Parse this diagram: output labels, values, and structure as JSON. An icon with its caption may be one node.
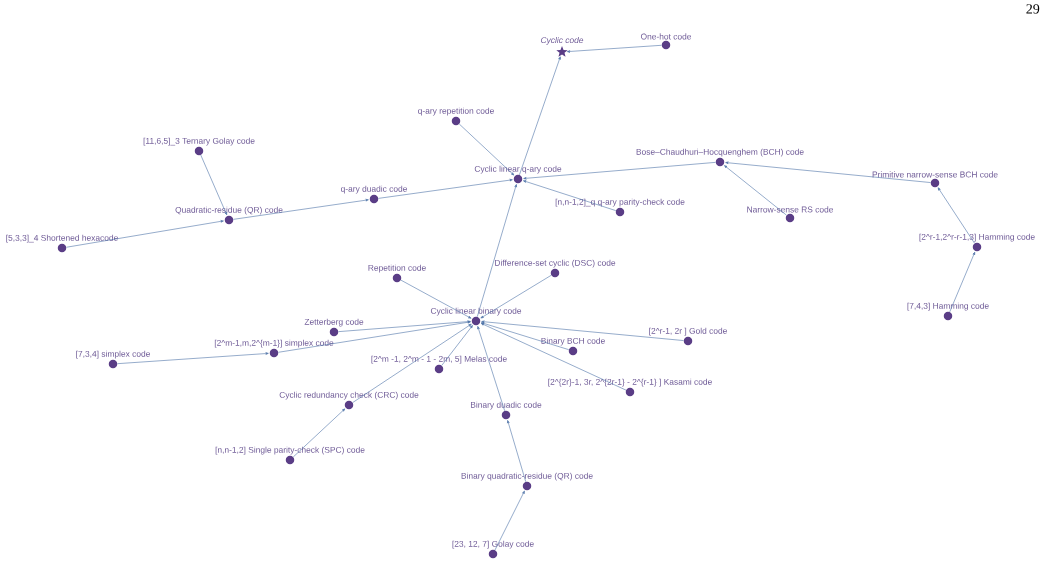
{
  "diagram": {
    "nodes": [
      {
        "text": [
          "Cyclic code"
        ]
      },
      {
        "text": [
          "One-hot code"
        ]
      },
      {
        "text": [
          "q-ary repetition code"
        ]
      },
      {
        "text": [
          "[11,6,5]_3 Ternary Golay code"
        ]
      },
      {
        "text": [
          "Cyclic linear q-ary code"
        ]
      },
      {
        "text": [
          "Bose–Chaudhuri–Hocquenghem (BCH) code"
        ]
      },
      {
        "text": [
          "q-ary duadic code"
        ]
      },
      {
        "text": [
          "Primitive narrow-sense BCH code"
        ]
      },
      {
        "text": [
          "Quadratic-residue (QR) code"
        ]
      },
      {
        "text": [
          "[n,n-1,2]_q q-ary parity-check code"
        ]
      },
      {
        "text": [
          "Narrow-sense RS code"
        ]
      },
      {
        "text": [
          "[5,3,3]_4 Shortened hexacode"
        ]
      },
      {
        "text": [
          "[2^r-1,2^r-r-1,3] Hamming code"
        ]
      },
      {
        "text": [
          "Difference-set cyclic (DSC) code"
        ]
      },
      {
        "text": [
          "Repetition code"
        ]
      },
      {
        "text": [
          "[7,4,3] Hamming code"
        ]
      },
      {
        "text": [
          "Cyclic linear binary code"
        ]
      },
      {
        "text": [
          "Zetterberg code"
        ]
      },
      {
        "text": [
          "[2^r-1, 2r ] Gold code"
        ]
      },
      {
        "text": [
          "Binary BCH code"
        ]
      },
      {
        "text": [
          "[2^m-1,m,2^{m-1}] simplex code"
        ]
      },
      {
        "text": [
          "[2^m -1, 2^m - 1 - 2m, 5] Melas code"
        ]
      },
      {
        "text": [
          "[7,3,4] simplex code"
        ]
      },
      {
        "text": [
          "[2^{2r}-1, 3r, 2^{2r-1} - 2^{r-1} ] Kasami code"
        ]
      },
      {
        "text": [
          "Cyclic redundancy check (CRC) code"
        ]
      },
      {
        "text": [
          "Binary duadic code"
        ]
      },
      {
        "text": [
          "[n,n-1,2] Single parity-check (SPC) code"
        ]
      },
      {
        "text": [
          "Binary quadratic-residue (QR) code"
        ]
      },
      {
        "text": [
          "[23, 12, 7] Golay code"
        ]
      }
    ],
    "edges": [
      {
        "from": 1,
        "to": 0,
        "arrow": "to"
      },
      {
        "from": 4,
        "to": 0,
        "arrow": "to"
      },
      {
        "from": 2,
        "to": 4,
        "arrow": "to"
      },
      {
        "from": 5,
        "to": 4,
        "arrow": "to"
      },
      {
        "from": 9,
        "to": 4,
        "arrow": "to"
      },
      {
        "from": 6,
        "to": 4,
        "arrow": "to"
      },
      {
        "from": 16,
        "to": 4,
        "arrow": "to"
      },
      {
        "from": 3,
        "to": 8,
        "arrow": "to"
      },
      {
        "from": 11,
        "to": 8,
        "arrow": "to"
      },
      {
        "from": 8,
        "to": 6,
        "arrow": "to"
      },
      {
        "from": 10,
        "to": 5,
        "arrow": "to"
      },
      {
        "from": 7,
        "to": 5,
        "arrow": "to"
      },
      {
        "from": 12,
        "to": 7,
        "arrow": "to"
      },
      {
        "from": 15,
        "to": 12,
        "arrow": "to"
      },
      {
        "from": 14,
        "to": 16,
        "arrow": "to"
      },
      {
        "from": 13,
        "to": 16,
        "arrow": "to"
      },
      {
        "from": 17,
        "to": 16,
        "arrow": "to"
      },
      {
        "from": 20,
        "to": 16,
        "arrow": "to"
      },
      {
        "from": 22,
        "to": 20,
        "arrow": "to"
      },
      {
        "from": 21,
        "to": 16,
        "arrow": "to"
      },
      {
        "from": 24,
        "to": 16,
        "arrow": "to"
      },
      {
        "from": 26,
        "to": 24,
        "arrow": "to"
      },
      {
        "from": 19,
        "to": 16,
        "arrow": "to"
      },
      {
        "from": 18,
        "to": 16,
        "arrow": "to"
      },
      {
        "from": 23,
        "to": 16,
        "arrow": "to"
      },
      {
        "from": 25,
        "to": 16,
        "arrow": "to"
      },
      {
        "from": 27,
        "to": 25,
        "arrow": "to"
      },
      {
        "from": 28,
        "to": 27,
        "arrow": "to"
      }
    ],
    "labels": [
      "29"
    ]
  }
}
